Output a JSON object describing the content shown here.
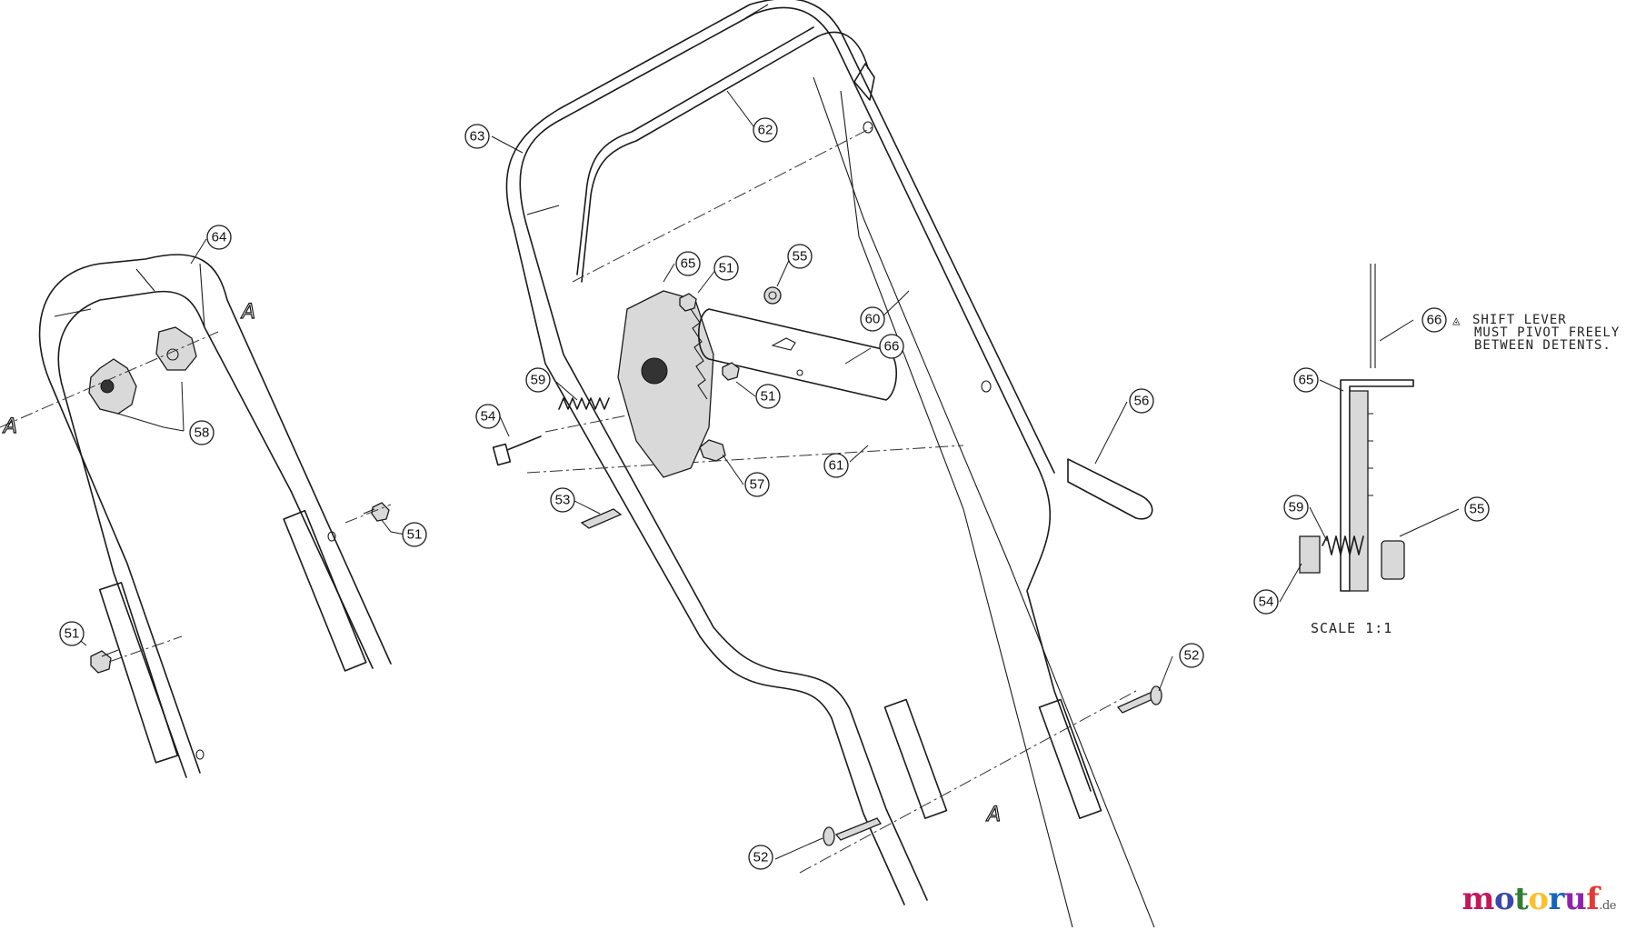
{
  "balloons": {
    "b64": "64",
    "b58": "58",
    "b51a": "51",
    "b51b": "51",
    "b63": "63",
    "b62": "62",
    "b65": "65",
    "b51c": "51",
    "b55": "55",
    "b60": "60",
    "b66": "66",
    "b59": "59",
    "b51d": "51",
    "b54": "54",
    "b56": "56",
    "b61": "61",
    "b57": "57",
    "b53": "53",
    "b52a": "52",
    "b52b": "52",
    "d66": "66",
    "d65": "65",
    "d59": "59",
    "d55": "55",
    "d54": "54"
  },
  "view_marks": {
    "a1": "A",
    "a2": "A",
    "a3": "A"
  },
  "detail": {
    "note_symbol": "◬",
    "note_line1": "SHIFT LEVER",
    "note_line2": "MUST PIVOT FREELY",
    "note_line3": "BETWEEN DETENTS.",
    "scale_label": "SCALE 1:1"
  },
  "watermark": {
    "main_part1": "moto",
    "main_part2": "ruf",
    "suffix": ".de",
    "colors": [
      "#c2185b",
      "#3949ab",
      "#2e7d32",
      "#fbc02d",
      "#1565c0",
      "#8e24aa",
      "#e53935"
    ]
  }
}
